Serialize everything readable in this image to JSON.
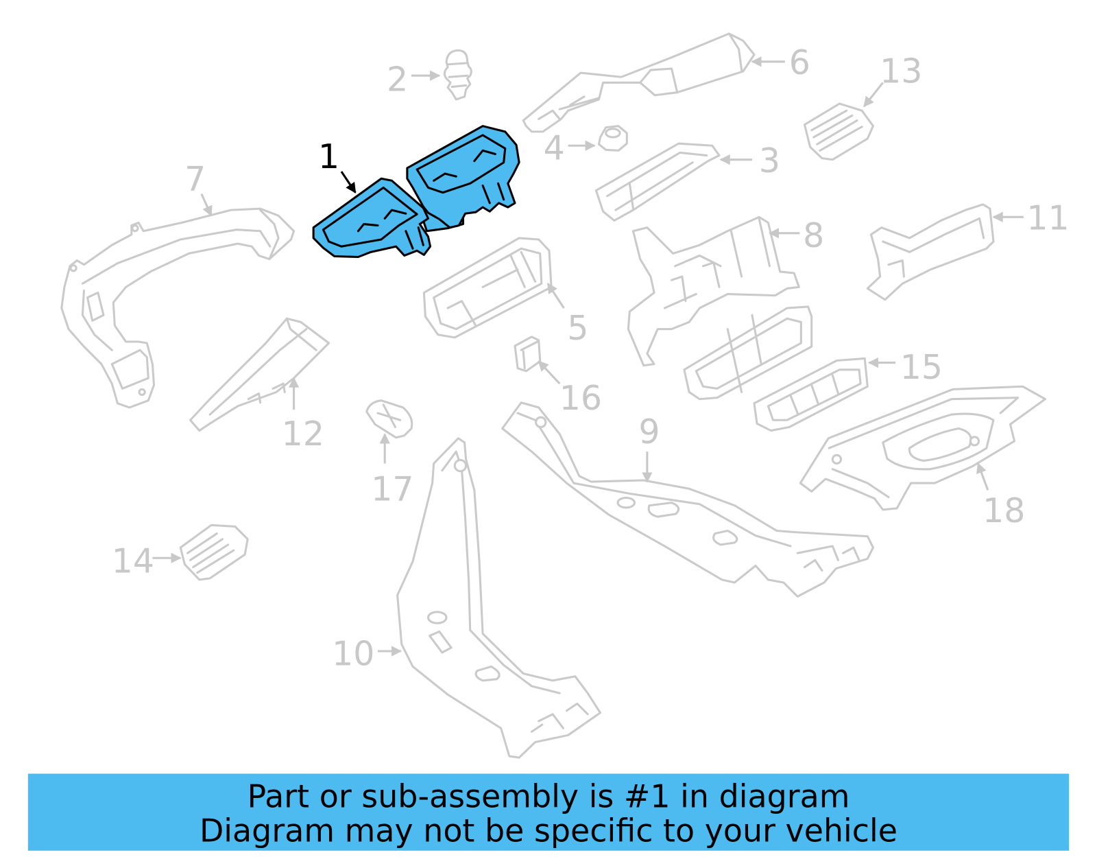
{
  "diagram": {
    "callouts": [
      {
        "label": "1",
        "highlighted": true
      },
      {
        "label": "2"
      },
      {
        "label": "3"
      },
      {
        "label": "4"
      },
      {
        "label": "5"
      },
      {
        "label": "6"
      },
      {
        "label": "7"
      },
      {
        "label": "8"
      },
      {
        "label": "9"
      },
      {
        "label": "10"
      },
      {
        "label": "11"
      },
      {
        "label": "12"
      },
      {
        "label": "13"
      },
      {
        "label": "14"
      },
      {
        "label": "15"
      },
      {
        "label": "16"
      },
      {
        "label": "17"
      },
      {
        "label": "18"
      }
    ]
  },
  "banner": {
    "line1": "Part or sub-assembly is #1 in diagram",
    "line2": "Diagram may not be specific to your vehicle"
  },
  "colors": {
    "highlight_fill": "#4dbbf0",
    "highlight_outline": "#000000",
    "part_outline": "#cacaca",
    "label_gray": "#c8c8c8",
    "banner_background": "#4dbbf0",
    "banner_text": "#000000"
  }
}
